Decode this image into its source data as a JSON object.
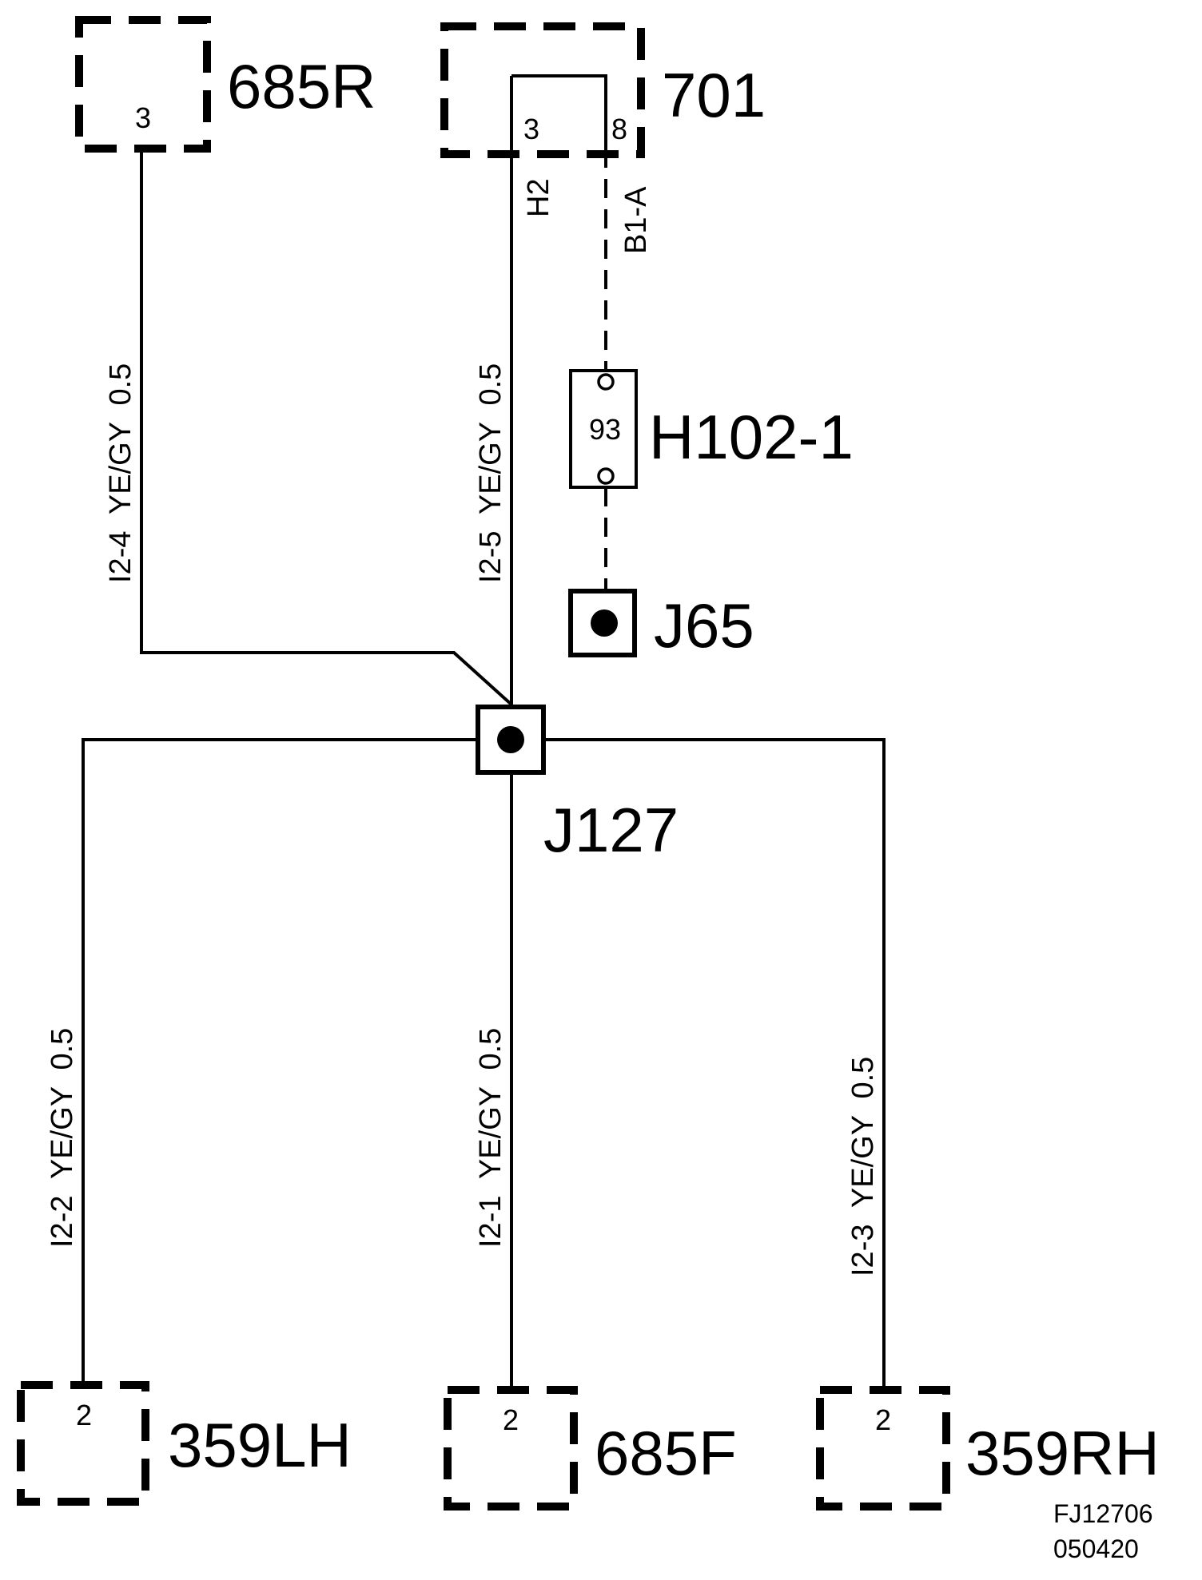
{
  "components": {
    "c685R": {
      "name": "685R",
      "pin": "3"
    },
    "c701": {
      "name": "701",
      "pin_left": "3",
      "pin_right": "8"
    },
    "h102": {
      "name": "H102-1",
      "pin": "93"
    },
    "j65": {
      "name": "J65"
    },
    "j127": {
      "name": "J127"
    },
    "c359LH": {
      "name": "359LH",
      "pin": "2"
    },
    "c685F": {
      "name": "685F",
      "pin": "2"
    },
    "c359RH": {
      "name": "359RH",
      "pin": "2"
    }
  },
  "wires": {
    "i2_4": "I2-4  YE/GY  0.5",
    "i2_5": "I2-5  YE/GY  0.5",
    "h2": "H2",
    "b1a": "B1-A",
    "i2_2": "I2-2  YE/GY  0.5",
    "i2_1": "I2-1  YE/GY  0.5",
    "i2_3": "I2-3  YE/GY  0.5"
  },
  "reference": {
    "code": "FJ12706",
    "date": "050420"
  }
}
